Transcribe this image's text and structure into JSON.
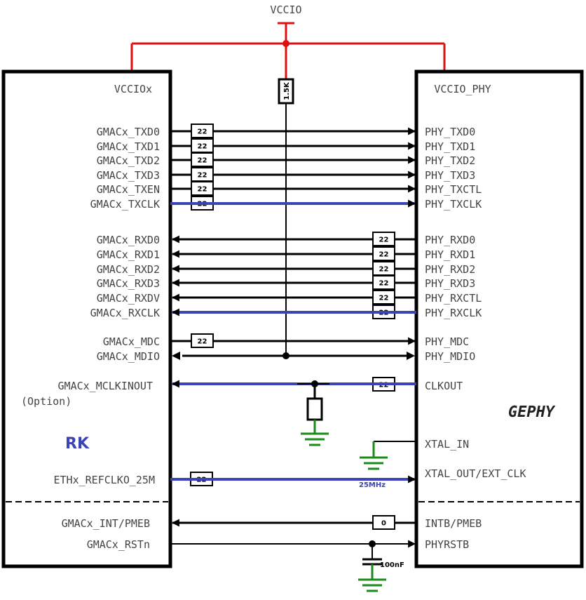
{
  "power": {
    "rail": "VCCIO",
    "pullup": "1.5K"
  },
  "rk": {
    "label": "RK",
    "supply": "VCCIOx",
    "tx": [
      "GMACx_TXD0",
      "GMACx_TXD1",
      "GMACx_TXD2",
      "GMACx_TXD3",
      "GMACx_TXEN",
      "GMACx_TXCLK"
    ],
    "rx": [
      "GMACx_RXD0",
      "GMACx_RXD1",
      "GMACx_RXD2",
      "GMACx_RXD3",
      "GMACx_RXDV",
      "GMACx_RXCLK"
    ],
    "mdc": "GMACx_MDC",
    "mdio": "GMACx_MDIO",
    "mclk": "GMACx_MCLKINOUT",
    "mclk_note": "(Option)",
    "refclk": "ETHx_REFCLKO_25M",
    "int": "GMACx_INT/PMEB",
    "rst": "GMACx_RSTn"
  },
  "phy": {
    "label": "GEPHY",
    "supply": "VCCIO_PHY",
    "tx": [
      "PHY_TXD0",
      "PHY_TXD1",
      "PHY_TXD2",
      "PHY_TXD3",
      "PHY_TXCTL",
      "PHY_TXCLK"
    ],
    "rx": [
      "PHY_RXD0",
      "PHY_RXD1",
      "PHY_RXD2",
      "PHY_RXD3",
      "PHY_RXCTL",
      "PHY_RXCLK"
    ],
    "mdc": "PHY_MDC",
    "mdio": "PHY_MDIO",
    "clkout": "CLKOUT",
    "xtal_in": "XTAL_IN",
    "xtal_out": "XTAL_OUT/EXT_CLK",
    "int": "INTB/PMEB",
    "rst": "PHYRSTB"
  },
  "resistors": {
    "series": "22",
    "int": "0"
  },
  "notes": {
    "freq": "25MHz",
    "cap": "100nF"
  },
  "colors": {
    "power": "#e01010",
    "clock": "#3a44b5",
    "ground": "#1a8a1a",
    "wire": "#000000",
    "chip_label": "#3a44b5"
  }
}
